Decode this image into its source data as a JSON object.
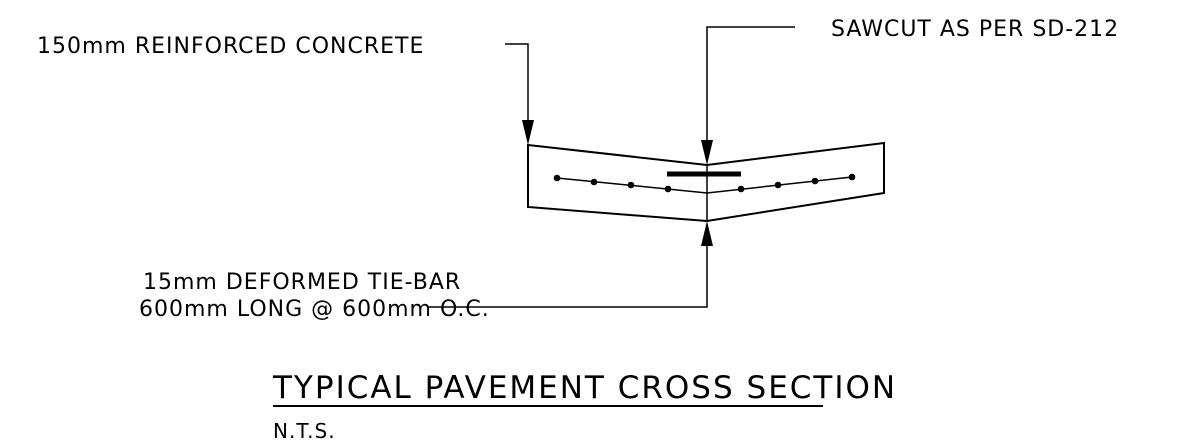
{
  "annotations": {
    "concrete_label": "150mm REINFORCED CONCRETE",
    "sawcut_label": "SAWCUT AS PER SD-212",
    "tiebar_label_line1": "15mm DEFORMED TIE-BAR",
    "tiebar_label_line2": "600mm LONG @ 600mm O.C."
  },
  "title": {
    "main": "TYPICAL PAVEMENT CROSS SECTION",
    "scale_note": "N.T.S."
  }
}
